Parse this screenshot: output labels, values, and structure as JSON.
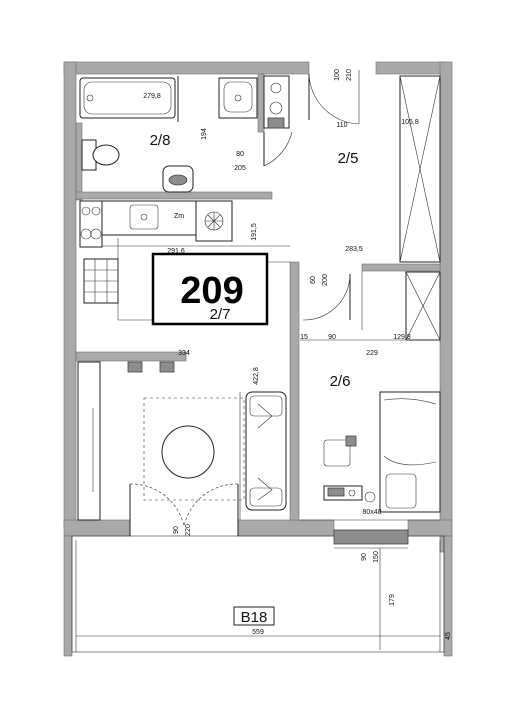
{
  "unit_number": "209",
  "rooms": {
    "bathroom": "2/8",
    "hall": "2/5",
    "living": "2/7",
    "bedroom": "2/6",
    "balcony": "B18"
  },
  "dimensions": {
    "bath_tub": "279,8",
    "bath_side": "194",
    "bath_door": "80",
    "bath_door_h": "205",
    "entry_door": "100",
    "entry_door_h": "210",
    "hall_width": "110",
    "hall_right": "105,8",
    "kitchen_side": "191,5",
    "kitchen_width": "291,6",
    "hall_span": "283,5",
    "closet_door": "60",
    "closet_door_h": "200",
    "living_width": "334",
    "living_depth": "422,8",
    "bed_left": "15",
    "bed_door_w": "90",
    "bed_width": "229",
    "bed_right": "129,8",
    "balcony_door": "90",
    "balcony_door_h": "220",
    "bedroom_window": "90",
    "bedroom_window_h": "150",
    "balcony_depth": "179",
    "balcony_width": "559",
    "balcony_edge": "45",
    "desk_note": "80x40",
    "stove_mark": "Zm"
  }
}
